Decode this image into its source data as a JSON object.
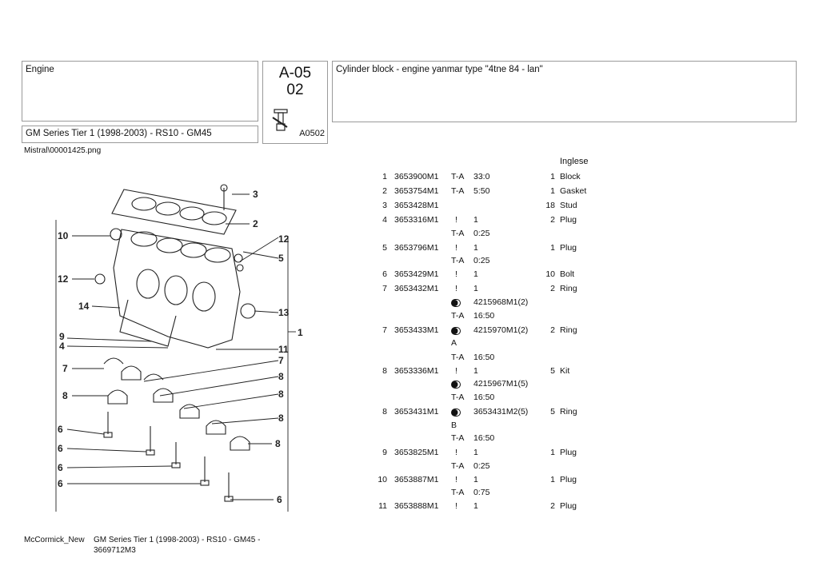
{
  "header": {
    "section": "Engine",
    "series": "GM Series Tier 1 (1998-2003) - RS10 - GM45",
    "code_line1": "A-05",
    "code_line2": "02",
    "code_ref": "A0502",
    "title": "Cylinder block - engine yanmar type \"4tne 84 - lan\""
  },
  "file_path": "Mistral\\00001425.png",
  "language": "Inglese",
  "parts": [
    {
      "no": "1",
      "part": "3653900M1",
      "ta": "T-A",
      "tv": "33:0",
      "qty": "1",
      "desc": "Block"
    },
    {
      "no": "2",
      "part": "3653754M1",
      "ta": "T-A",
      "tv": "5:50",
      "qty": "1",
      "desc": "Gasket"
    },
    {
      "no": "3",
      "part": "3653428M1",
      "qty": "18",
      "desc": "Stud"
    },
    {
      "no": "4",
      "part": "3653316M1",
      "ex": "!",
      "tv": "1",
      "qty": "2",
      "desc": "Plug"
    },
    {
      "ta": "T-A",
      "tv": "0:25"
    },
    {
      "no": "5",
      "part": "3653796M1",
      "ex": "!",
      "tv": "1",
      "qty": "1",
      "desc": "Plug"
    },
    {
      "ta": "T-A",
      "tv": "0:25"
    },
    {
      "no": "6",
      "part": "3653429M1",
      "ex": "!",
      "tv": "1",
      "qty": "10",
      "desc": "Bolt"
    },
    {
      "no": "7",
      "part": "3653432M1",
      "ex": "!",
      "tv": "1",
      "qty": "2",
      "desc": "Ring"
    },
    {
      "tog": true,
      "tv": "4215968M1(2)"
    },
    {
      "ta": "T-A",
      "tv": "16:50"
    },
    {
      "no": "7",
      "part": "3653433M1",
      "tog": true,
      "tv": "4215970M1(2)",
      "qty": "2",
      "desc": "Ring"
    },
    {
      "ta": "A"
    },
    {
      "ta": "T-A",
      "tv": "16:50"
    },
    {
      "no": "8",
      "part": "3653336M1",
      "ex": "!",
      "tv": "1",
      "qty": "5",
      "desc": "Kit"
    },
    {
      "tog": true,
      "tv": "4215967M1(5)"
    },
    {
      "ta": "T-A",
      "tv": "16:50"
    },
    {
      "no": "8",
      "part": "3653431M1",
      "tog": true,
      "tv": "3653431M2(5)",
      "qty": "5",
      "desc": "Ring"
    },
    {
      "ta": "B"
    },
    {
      "ta": "T-A",
      "tv": "16:50"
    },
    {
      "no": "9",
      "part": "3653825M1",
      "ex": "!",
      "tv": "1",
      "qty": "1",
      "desc": "Plug"
    },
    {
      "ta": "T-A",
      "tv": "0:25"
    },
    {
      "no": "10",
      "part": "3653887M1",
      "ex": "!",
      "tv": "1",
      "qty": "1",
      "desc": "Plug"
    },
    {
      "ta": "T-A",
      "tv": "0:75"
    },
    {
      "no": "11",
      "part": "3653888M1",
      "ex": "!",
      "tv": "1",
      "qty": "2",
      "desc": "Plug"
    }
  ],
  "diagram": {
    "callouts_right": [
      "3",
      "2",
      "12",
      "5",
      "13",
      "1",
      "11",
      "7",
      "8",
      "8",
      "8",
      "8",
      "6"
    ],
    "callouts_left": [
      "10",
      "12",
      "14",
      "9",
      "4",
      "7",
      "8",
      "6",
      "6",
      "6",
      "6"
    ]
  },
  "footer": {
    "brand": "McCormick_New",
    "model": "GM Series Tier 1 (1998-2003) - RS10 - GM45 - 3669712M3"
  }
}
